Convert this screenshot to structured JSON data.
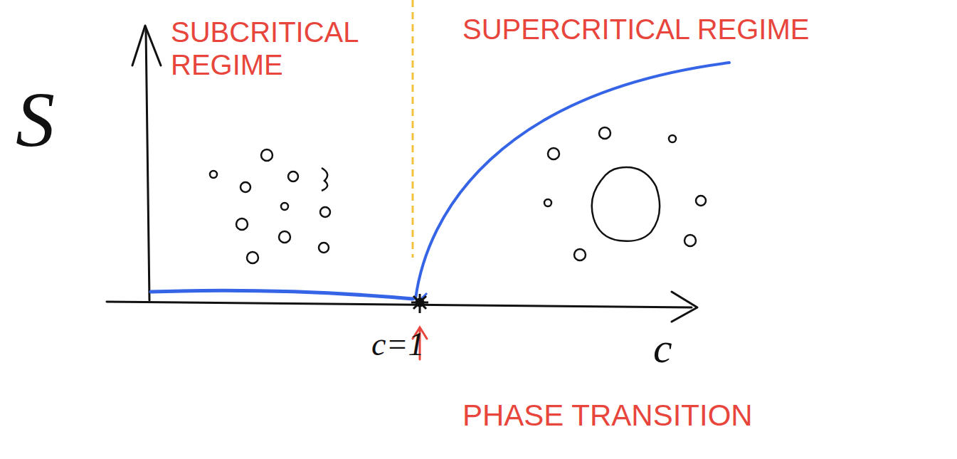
{
  "diagram": {
    "labels": [
      "S",
      "SUBCRITICAL REGIME",
      "SUPERCRITICAL REGIME",
      "c=1",
      "c",
      "PHASE TRANSITION"
    ]
  }
}
